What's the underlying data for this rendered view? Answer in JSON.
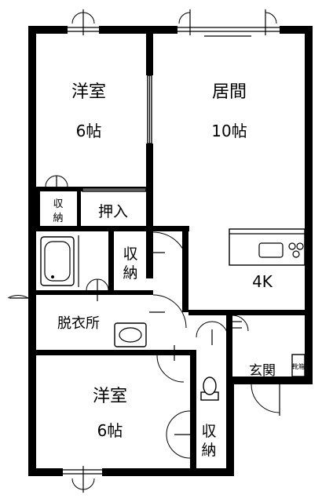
{
  "rooms": {
    "western_room_top": {
      "name": "洋室",
      "size": "6帖"
    },
    "living_room": {
      "name": "居間",
      "size": "10帖"
    },
    "kitchen": {
      "name": "4K"
    },
    "western_room_bottom": {
      "name": "洋室",
      "size": "6帖"
    },
    "dressing_room": {
      "name": "脱衣所"
    },
    "entrance": {
      "name": "玄関"
    }
  },
  "storage": {
    "closet_top_left_line1": "収",
    "closet_top_left_line2": "納",
    "oshiire": "押入",
    "closet_middle_line1": "収",
    "closet_middle_line2": "納",
    "closet_bottom_line1": "収",
    "closet_bottom_line2": "納",
    "shoe_box": "靴箱"
  }
}
